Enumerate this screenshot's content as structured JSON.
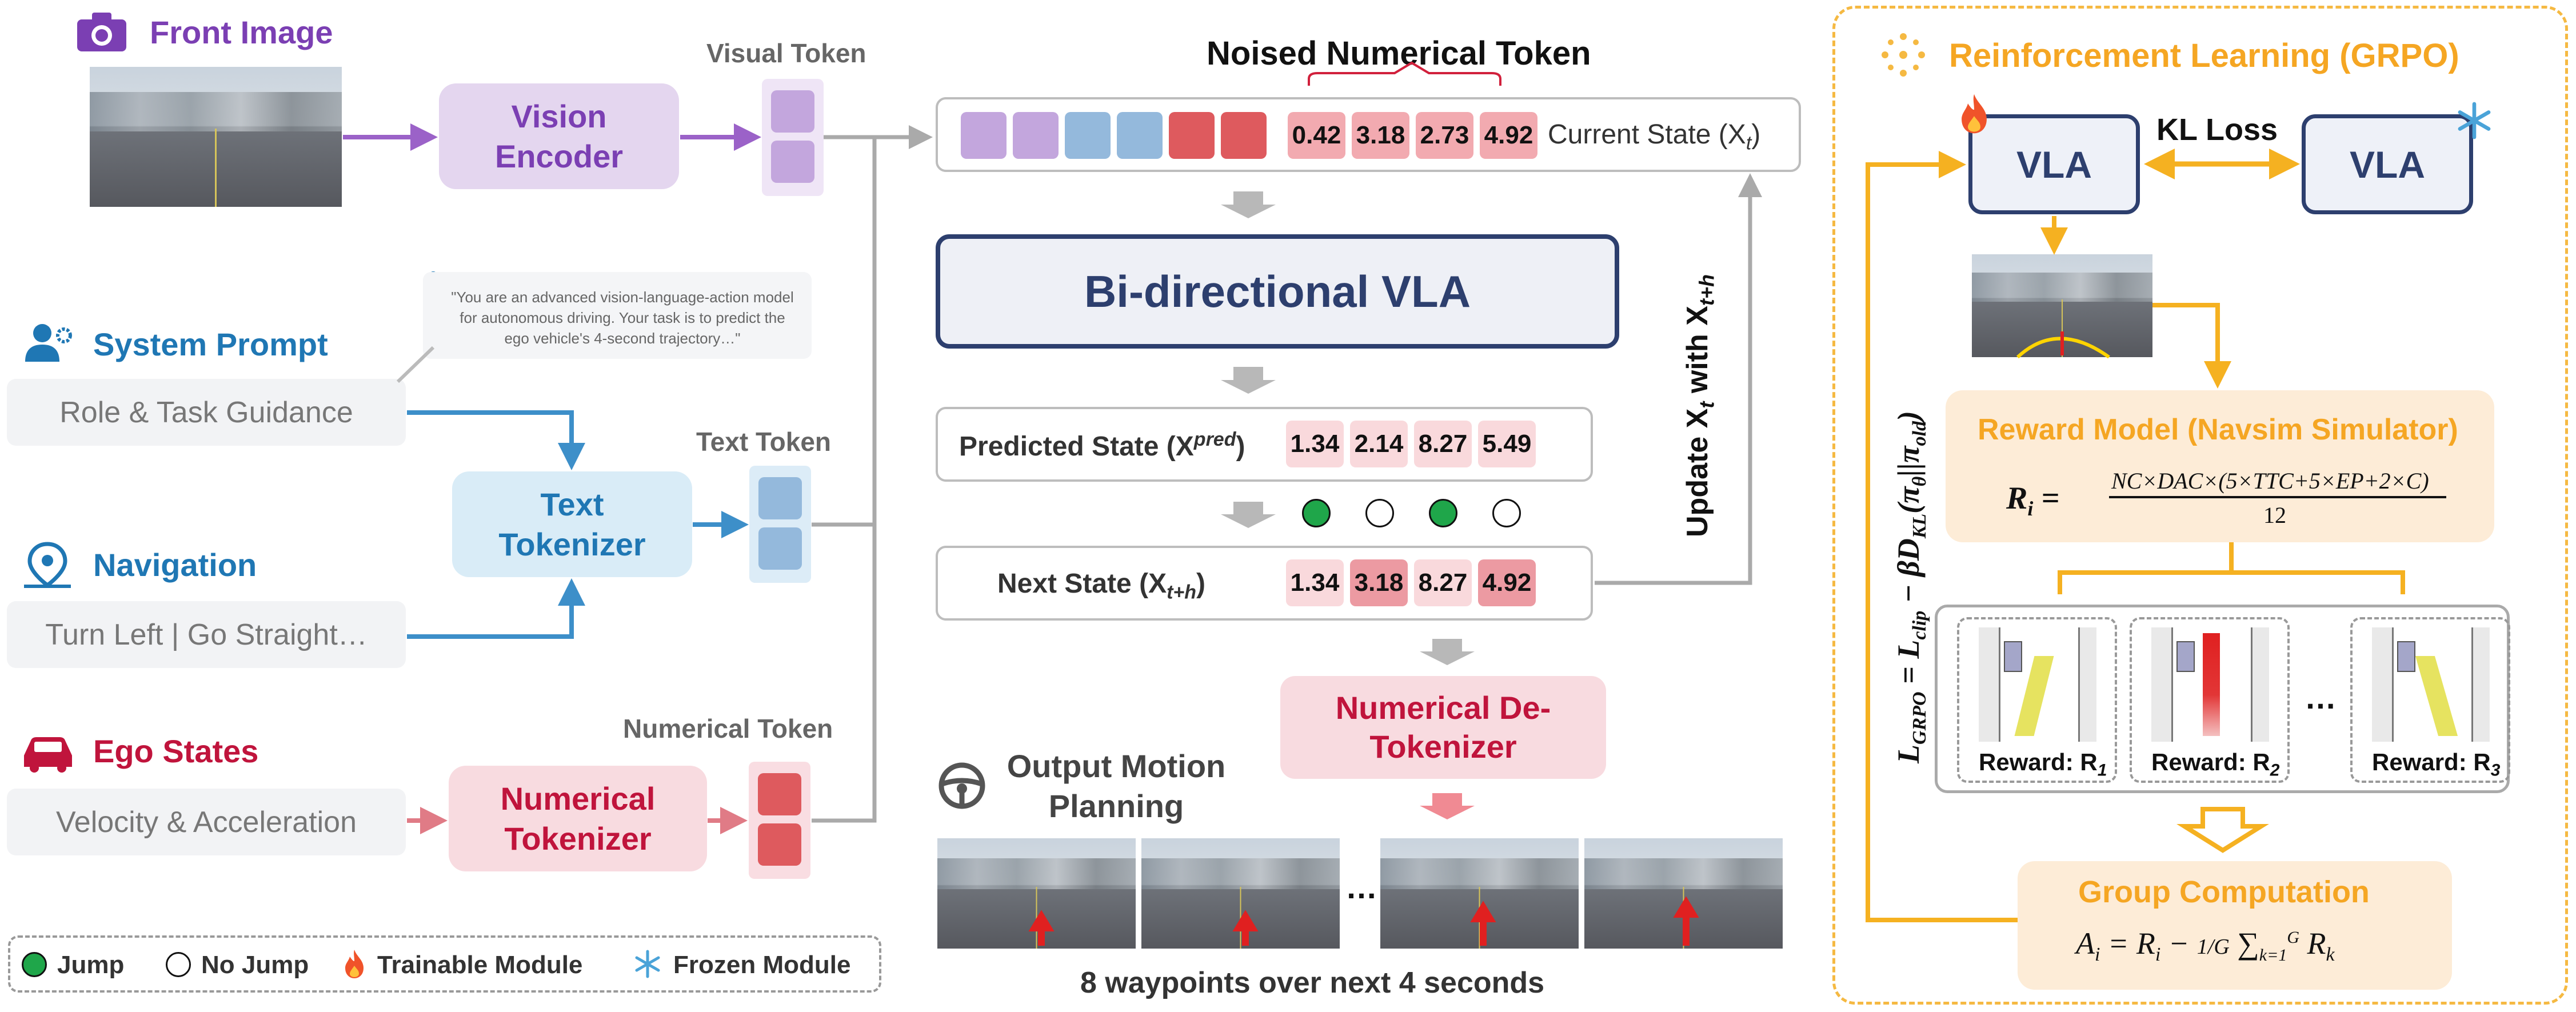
{
  "inputs": {
    "front_image": "Front Image",
    "system_prompt": "System Prompt",
    "role_task": "Role & Task Guidance",
    "prompt_quote": "\"You are an advanced vision-language-action model for autonomous driving. Your task is to predict the ego vehicle's 4-second trajectory…\"",
    "navigation": "Navigation",
    "nav_value": "Turn Left | Go Straight…",
    "ego_states": "Ego States",
    "ego_value": "Velocity & Acceleration"
  },
  "modules": {
    "vision_encoder": "Vision Encoder",
    "text_tokenizer": "Text Tokenizer",
    "numerical_tokenizer": "Numerical Tokenizer",
    "visual_token": "Visual Token",
    "text_token": "Text Token",
    "numerical_token": "Numerical Token"
  },
  "center": {
    "noised_numerical_token": "Noised Numerical Token",
    "current_state_values": [
      "0.42",
      "3.18",
      "2.73",
      "4.92"
    ],
    "current_state_label": "Current State (X",
    "current_state_sub": "t",
    "bidirectional_vla": "Bi-directional VLA",
    "predicted_state_label": "Predicted State (X",
    "predicted_state_sup": "pred",
    "predicted_values": [
      "1.34",
      "2.14",
      "8.27",
      "5.49"
    ],
    "next_state_label": "Next State (X",
    "next_state_sub": "t+h",
    "next_values": [
      "1.34",
      "3.18",
      "8.27",
      "4.92"
    ],
    "update_label": "Update X",
    "update_with": " with X",
    "numerical_detokenizer": "Numerical De-Tokenizer",
    "output_motion_planning": "Output Motion Planning",
    "waypoints_caption": "8 waypoints over next 4 seconds",
    "ellipsis": "…"
  },
  "legend": {
    "jump": "Jump",
    "no_jump": "No Jump",
    "trainable": "Trainable Module",
    "frozen": "Frozen Module"
  },
  "rl": {
    "title": "Reinforcement Learning (GRPO)",
    "vla_left": "VLA",
    "vla_right": "VLA",
    "kl_loss": "KL Loss",
    "reward_model": "Reward Model (Navsim Simulator)",
    "reward_formula": "NC×DAC×(5×TTC+5×EP+2×C)",
    "reward_denominator": "12",
    "reward_1": "Reward: R",
    "reward_2": "Reward: R",
    "reward_3": "Reward: R",
    "ellipsis": "…",
    "group_computation": "Group  Computation",
    "loss_label": "L"
  },
  "colors": {
    "purple": "#7b3fb3",
    "blue": "#1f77b4",
    "red": "#c0143c",
    "orange": "#f5a623",
    "navy": "#2d3f6e"
  }
}
